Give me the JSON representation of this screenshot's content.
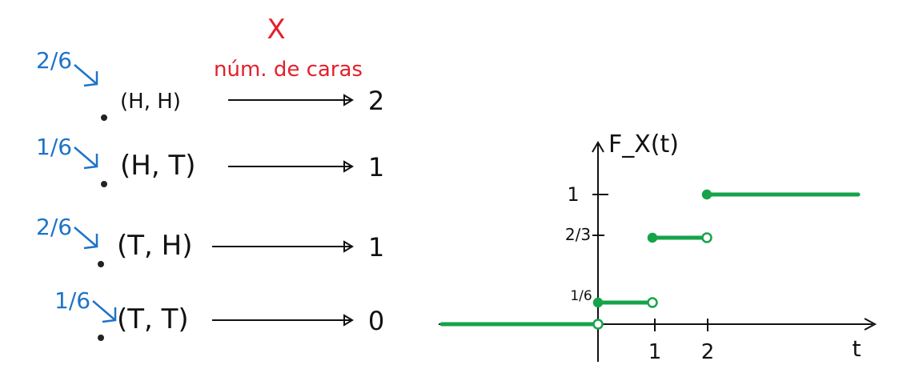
{
  "header": {
    "variable": "X",
    "variable_desc": "núm. de caras"
  },
  "outcomes": [
    {
      "prob": "2/6",
      "outcome": "(H, H)",
      "value": "2"
    },
    {
      "prob": "1/6",
      "outcome": "(H, T)",
      "value": "1"
    },
    {
      "prob": "2/6",
      "outcome": "(T, H)",
      "value": "1"
    },
    {
      "prob": "1/6",
      "outcome": "(T, T)",
      "value": "0"
    }
  ],
  "chart_data": {
    "type": "line",
    "title": "F_X(t)",
    "xlabel": "t",
    "ylabel": "F_X(t)",
    "x_ticks": [
      "1",
      "2"
    ],
    "y_ticks": [
      "1/6",
      "2/3",
      "1"
    ],
    "steps": [
      {
        "x_start": null,
        "x_end": 0,
        "y": 0,
        "left_closed": false,
        "right_closed": false
      },
      {
        "x_start": 0,
        "x_end": 1,
        "y": 0.1667,
        "left_closed": true,
        "right_closed": false
      },
      {
        "x_start": 1,
        "x_end": 2,
        "y": 0.6667,
        "left_closed": true,
        "right_closed": false
      },
      {
        "x_start": 2,
        "x_end": null,
        "y": 1,
        "left_closed": true,
        "right_closed": false
      }
    ],
    "colors": {
      "steps": "#16a34a",
      "probabilities": "#1e73c8",
      "variable": "#e3202b"
    }
  }
}
